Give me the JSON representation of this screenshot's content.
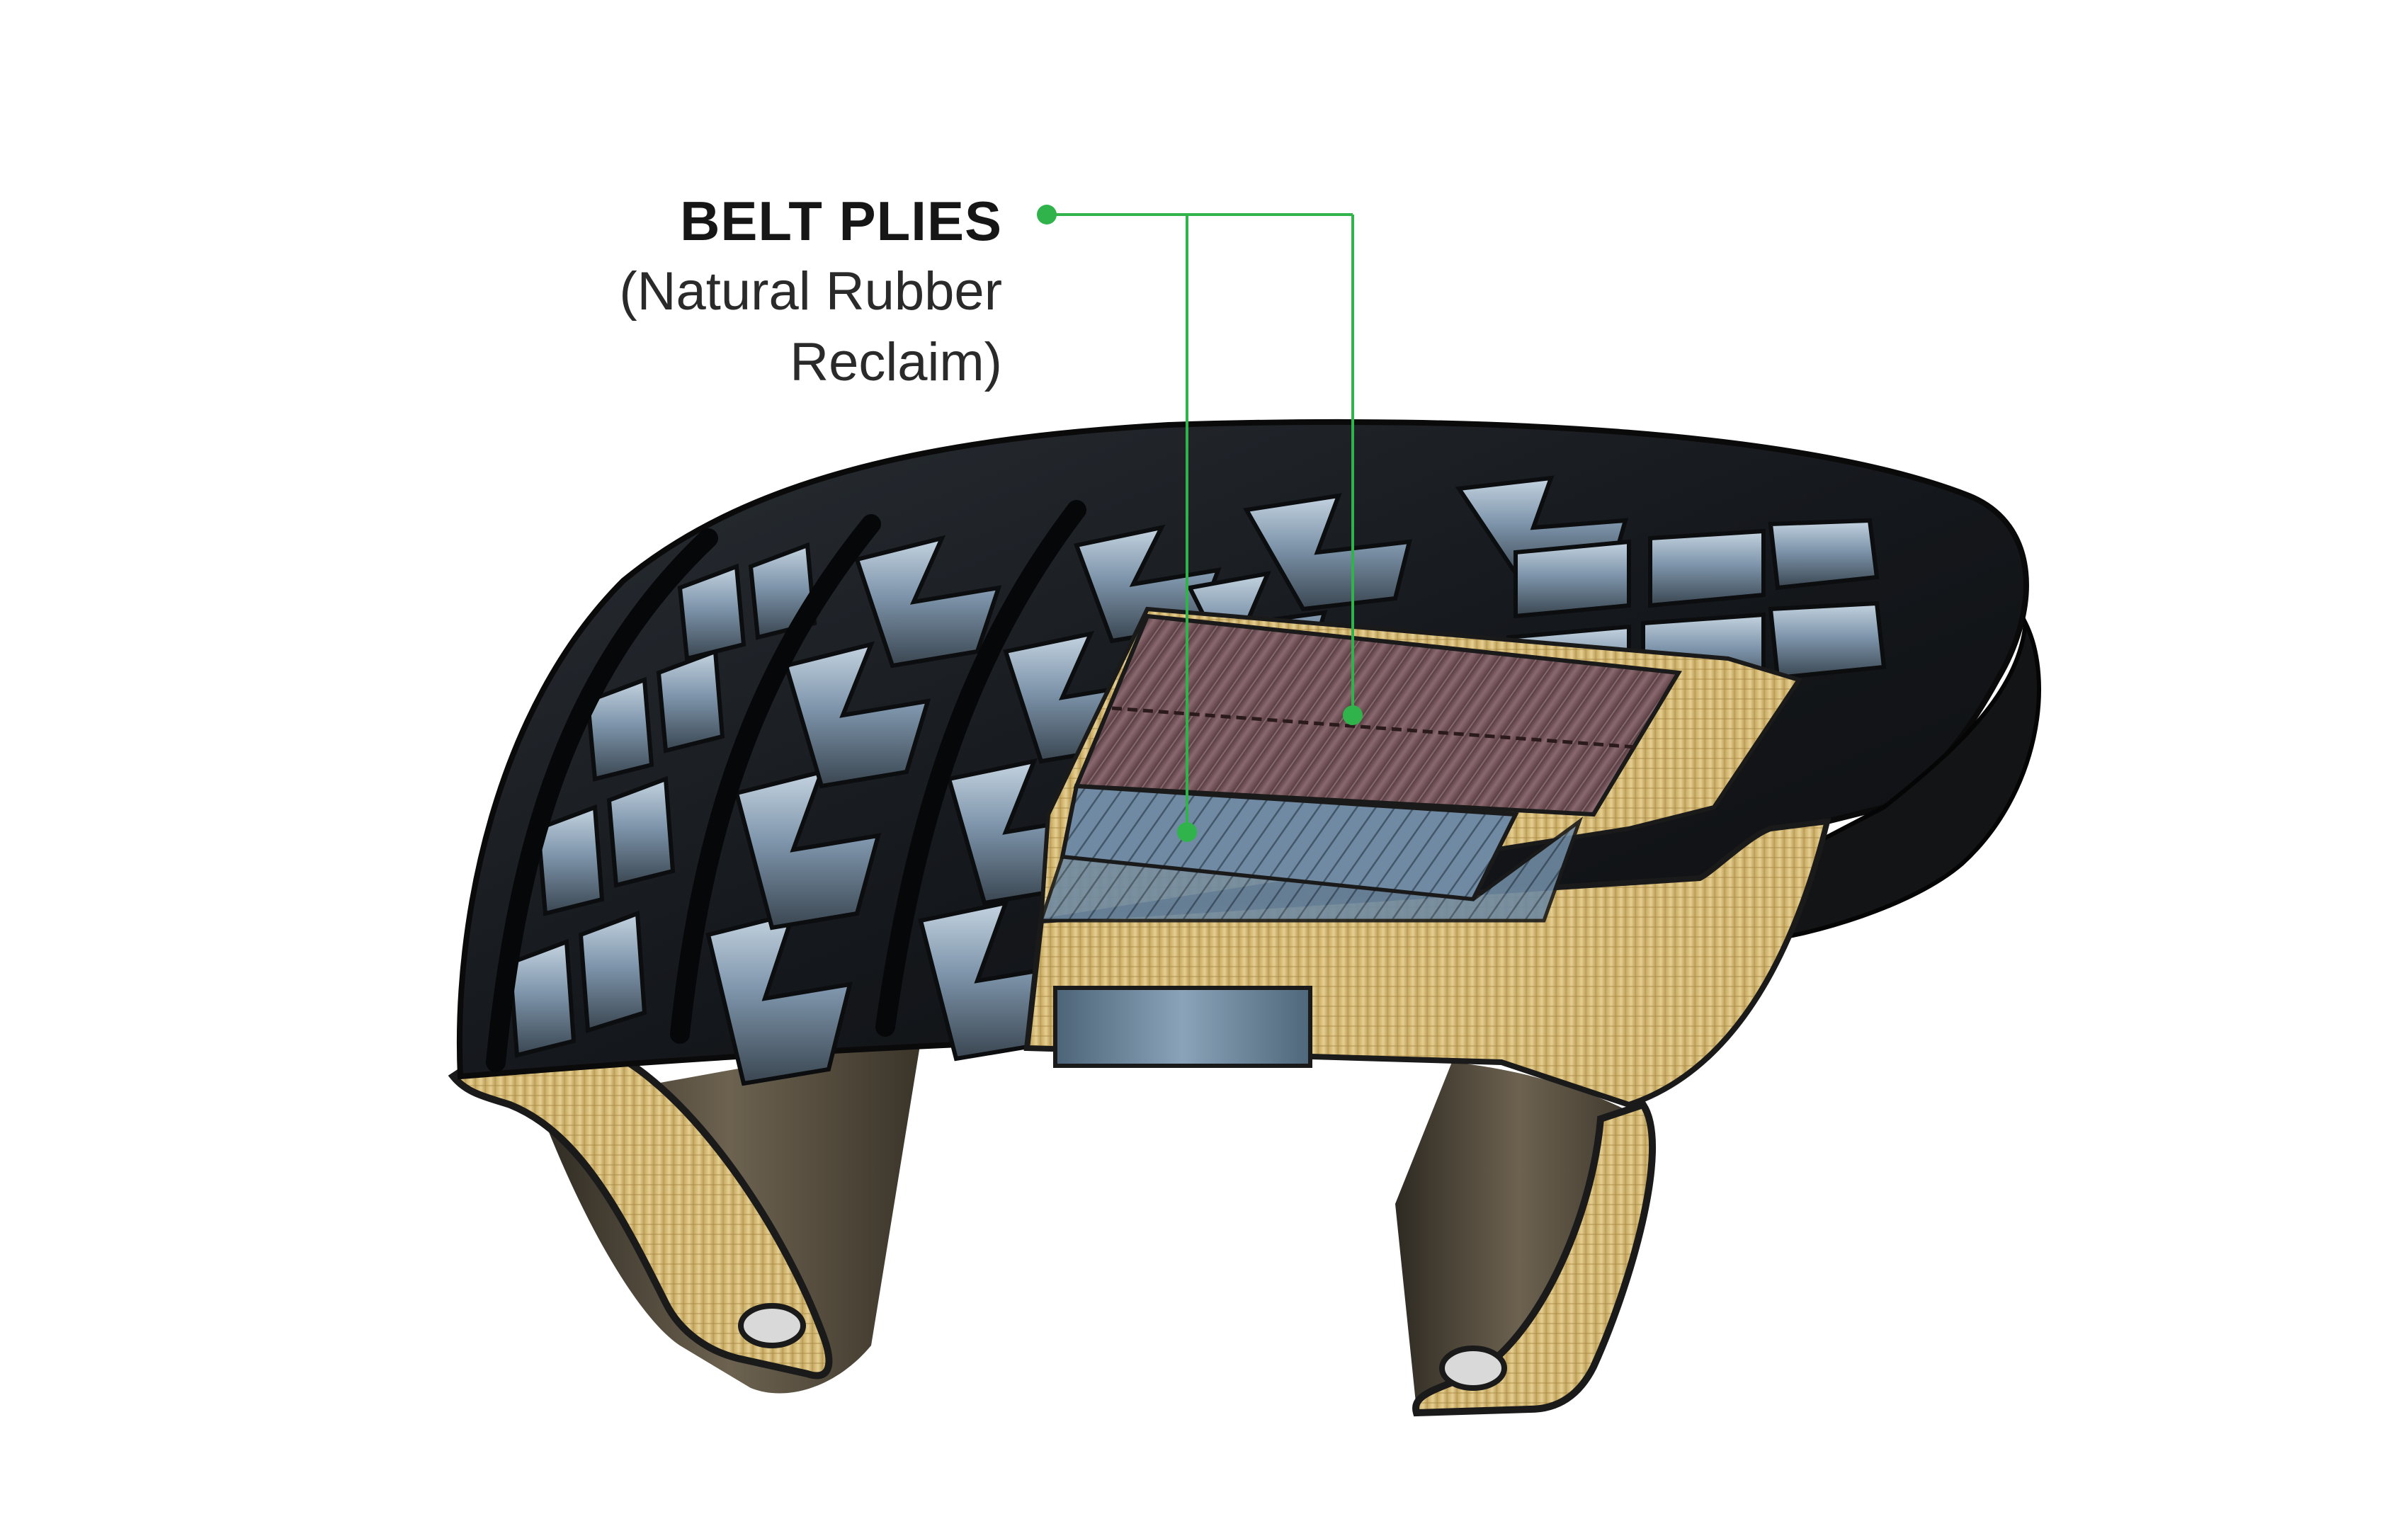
{
  "callout": {
    "title": "BELT PLIES",
    "subtitle_line1": "(Natural Rubber",
    "subtitle_line2": "Reclaim)"
  },
  "colors": {
    "leader": "#2fb34a",
    "tread": "#1b1e22",
    "tread_highlight": "#8fa7bd",
    "casing": "#d8bf7a",
    "belt_brown": "#6a4a4e",
    "belt_blue": "#5f7d96",
    "liner": "#4a4236"
  }
}
